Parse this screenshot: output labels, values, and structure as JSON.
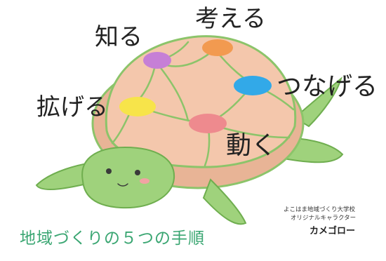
{
  "illustration": {
    "character": "turtle",
    "colors": {
      "shell": "#f4c7ac",
      "shell_rim": "#e8b496",
      "shell_lines": "#8cc46a",
      "body": "#9fd27c",
      "outline": "#6fae4f",
      "dot_purple": "#c67fd6",
      "dot_orange": "#f29a50",
      "dot_blue": "#32a9e8",
      "dot_yellow": "#f7e44a",
      "dot_pink": "#ee8a8e"
    }
  },
  "labels": {
    "shiru": "知る",
    "kangaeru": "考える",
    "tsunageru": "つなげる",
    "hirogeru": "拡げる",
    "ugoku": "動く"
  },
  "credit": {
    "line1": "よこはま地域づくり大学校",
    "line2": "オリジナルキャラクター",
    "name": "カメゴロー"
  },
  "caption": "地域づくりの５つの手順"
}
